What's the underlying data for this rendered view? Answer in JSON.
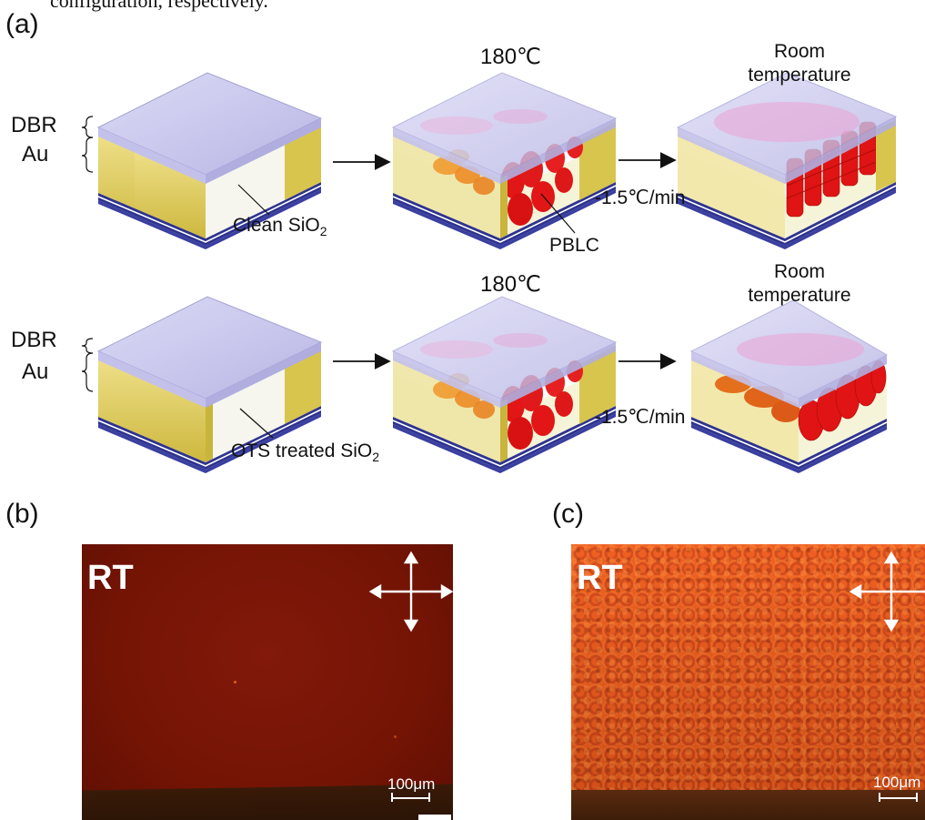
{
  "header_fragment": "configuration, respectively.",
  "panels": {
    "a": "(a)",
    "b": "(b)",
    "c": "(c)"
  },
  "row1": {
    "dbr": "DBR",
    "au": "Au",
    "substrate": "Clean SiO",
    "substrate_sub": "2",
    "temp_hot": "180℃",
    "temp_room_line1": "Room",
    "temp_room_line2": "temperature",
    "rate": "-1.5℃/min",
    "pblc": "PBLC"
  },
  "row2": {
    "dbr": "DBR",
    "au": "Au",
    "substrate": "OTS treated SiO",
    "substrate_sub": "2",
    "temp_hot": "180℃",
    "temp_room_line1": "Room",
    "temp_room_line2": "temperature",
    "rate": "-1.5℃/min"
  },
  "micrographs": {
    "b": {
      "label": "RT",
      "scale": "100μm",
      "tone": "#7a1606",
      "texture": "smooth-dark"
    },
    "c": {
      "label": "RT",
      "scale": "100μm",
      "tone": "#e2501c",
      "texture": "grainy-bright"
    }
  },
  "colors": {
    "gold": "#e2cf58",
    "glass": "#c6c4ea",
    "lc_red": "#e01818",
    "lc_orange": "#e88a22",
    "dbr_blue": "#2b2f8e"
  }
}
